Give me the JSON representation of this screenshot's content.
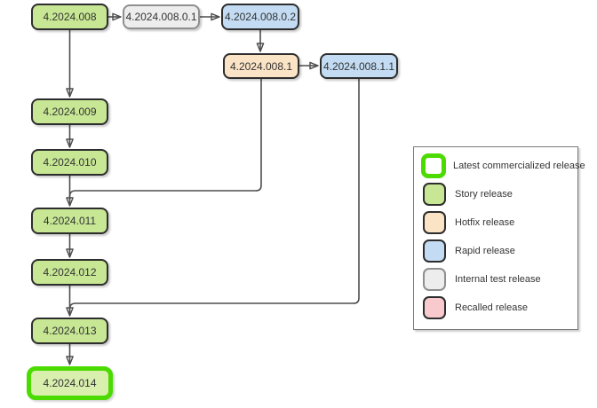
{
  "diagram": {
    "nodes": [
      {
        "label": "4.2024.008",
        "type": "story"
      },
      {
        "label": "4.2024.008.0.1",
        "type": "internal_test"
      },
      {
        "label": "4.2024.008.0.2",
        "type": "rapid"
      },
      {
        "label": "4.2024.008.1",
        "type": "hotfix"
      },
      {
        "label": "4.2024.008.1.1",
        "type": "rapid"
      },
      {
        "label": "4.2024.009",
        "type": "story"
      },
      {
        "label": "4.2024.010",
        "type": "story"
      },
      {
        "label": "4.2024.011",
        "type": "story"
      },
      {
        "label": "4.2024.012",
        "type": "story"
      },
      {
        "label": "4.2024.013",
        "type": "story"
      },
      {
        "label": "4.2024.014",
        "type": "latest_commercialized"
      }
    ],
    "edges": [
      {
        "from": "4.2024.008",
        "to": "4.2024.008.0.1"
      },
      {
        "from": "4.2024.008.0.1",
        "to": "4.2024.008.0.2"
      },
      {
        "from": "4.2024.008.0.2",
        "to": "4.2024.008.1"
      },
      {
        "from": "4.2024.008.1",
        "to": "4.2024.008.1.1"
      },
      {
        "from": "4.2024.008",
        "to": "4.2024.009"
      },
      {
        "from": "4.2024.009",
        "to": "4.2024.010"
      },
      {
        "from": "4.2024.010",
        "to": "4.2024.011"
      },
      {
        "from": "4.2024.008.1",
        "to": "4.2024.011"
      },
      {
        "from": "4.2024.011",
        "to": "4.2024.012"
      },
      {
        "from": "4.2024.012",
        "to": "4.2024.013"
      },
      {
        "from": "4.2024.008.1.1",
        "to": "4.2024.013"
      },
      {
        "from": "4.2024.013",
        "to": "4.2024.014"
      }
    ]
  },
  "legend": {
    "items": [
      {
        "label": "Latest commercialized release",
        "type": "legend_latest"
      },
      {
        "label": "Story release",
        "type": "story"
      },
      {
        "label": "Hotfix release",
        "type": "hotfix"
      },
      {
        "label": "Rapid release",
        "type": "rapid"
      },
      {
        "label": "Internal test release",
        "type": "internal_test"
      },
      {
        "label": "Recalled release",
        "type": "recalled"
      }
    ]
  },
  "colors": {
    "story": {
      "fill": "#c7e794",
      "border": "#2d2d2d"
    },
    "latest_commercialized": {
      "fill": "#d9efae",
      "border": "#4bdb00"
    },
    "hotfix": {
      "fill": "#fbe3c6",
      "border": "#2d2d2d"
    },
    "rapid": {
      "fill": "#c3dcf3",
      "border": "#2d2d2d"
    },
    "internal_test": {
      "fill": "#ededed",
      "border": "#8f8f8f"
    },
    "recalled": {
      "fill": "#f9cacd",
      "border": "#2d2d2d"
    },
    "legend_latest": {
      "fill": "#ffffff",
      "border": "#4bdb00"
    },
    "edge": {
      "fill": "#4d4d4d",
      "border": "#4d4d4d"
    }
  }
}
